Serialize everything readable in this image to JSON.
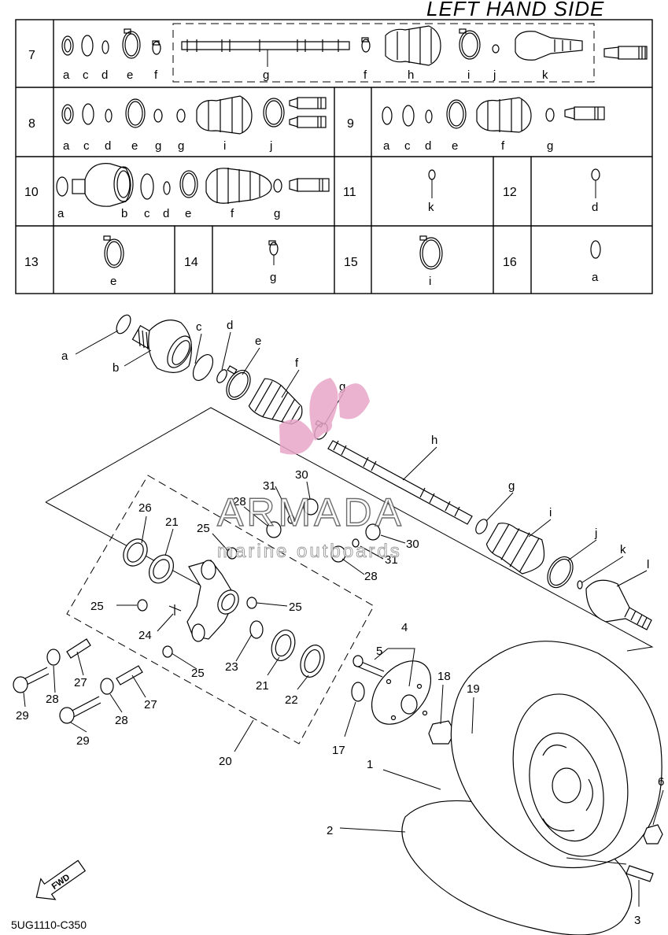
{
  "header": {
    "title": "LEFT HAND SIDE"
  },
  "kit_table": {
    "rows": [
      {
        "cells": [
          {
            "number": "7",
            "parts": [
              "a",
              "c",
              "d",
              "e",
              "f",
              "g",
              "f",
              "h",
              "i",
              "j",
              "k"
            ]
          }
        ]
      },
      {
        "cells": [
          {
            "number": "8",
            "parts": [
              "a",
              "c",
              "d",
              "e",
              "g",
              "g",
              "i",
              "j"
            ]
          },
          {
            "number": "9",
            "parts": [
              "a",
              "c",
              "d",
              "e",
              "f",
              "g"
            ]
          }
        ]
      },
      {
        "cells": [
          {
            "number": "10",
            "parts": [
              "a",
              "b",
              "c",
              "d",
              "e",
              "f",
              "g"
            ]
          },
          {
            "number": "11",
            "parts": [
              "k"
            ]
          },
          {
            "number": "12",
            "parts": [
              "d"
            ]
          }
        ]
      },
      {
        "cells": [
          {
            "number": "13",
            "parts": [
              "e"
            ]
          },
          {
            "number": "14",
            "parts": [
              "g"
            ]
          },
          {
            "number": "15",
            "parts": [
              "i"
            ]
          },
          {
            "number": "16",
            "parts": [
              "a"
            ]
          }
        ]
      }
    ]
  },
  "diagram": {
    "shaft_labels": [
      "a",
      "b",
      "c",
      "d",
      "e",
      "f",
      "g",
      "h",
      "g",
      "i",
      "j",
      "k",
      "l"
    ],
    "knuckle_labels": [
      "26",
      "21",
      "25",
      "25",
      "24",
      "25",
      "25",
      "23",
      "21",
      "22",
      "27",
      "27",
      "28",
      "28",
      "29",
      "29",
      "20",
      "28",
      "31",
      "30",
      "28",
      "31",
      "30"
    ],
    "wheel_labels": [
      "4",
      "5",
      "18",
      "19",
      "17",
      "1",
      "2",
      "6",
      "3"
    ],
    "fwd_label": "FWD",
    "catalog_code": "5UG1110-C350"
  },
  "watermark": {
    "brand": "ARMADA",
    "tagline": "marine outboards",
    "colors": {
      "logo": "#e8a6c8",
      "brand": "#ffffff",
      "outline": "#555555"
    }
  }
}
